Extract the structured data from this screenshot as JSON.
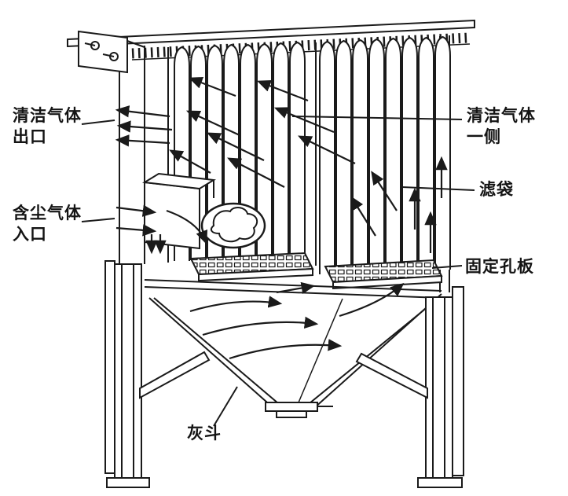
{
  "labels": {
    "clean_gas_outlet": {
      "line1": "清洁气体",
      "line2": "出口"
    },
    "dusty_gas_inlet": {
      "line1": "含尘气体",
      "line2": "入口"
    },
    "clean_gas_side": {
      "line1": "清洁气体",
      "line2": "一侧"
    },
    "filter_bag": {
      "text": "滤袋"
    },
    "fixed_plate": {
      "text": "固定孔板"
    },
    "ash_hopper": {
      "text": "灰斗"
    }
  },
  "colors": {
    "ink": "#1a1a1a",
    "background": "#ffffff"
  }
}
